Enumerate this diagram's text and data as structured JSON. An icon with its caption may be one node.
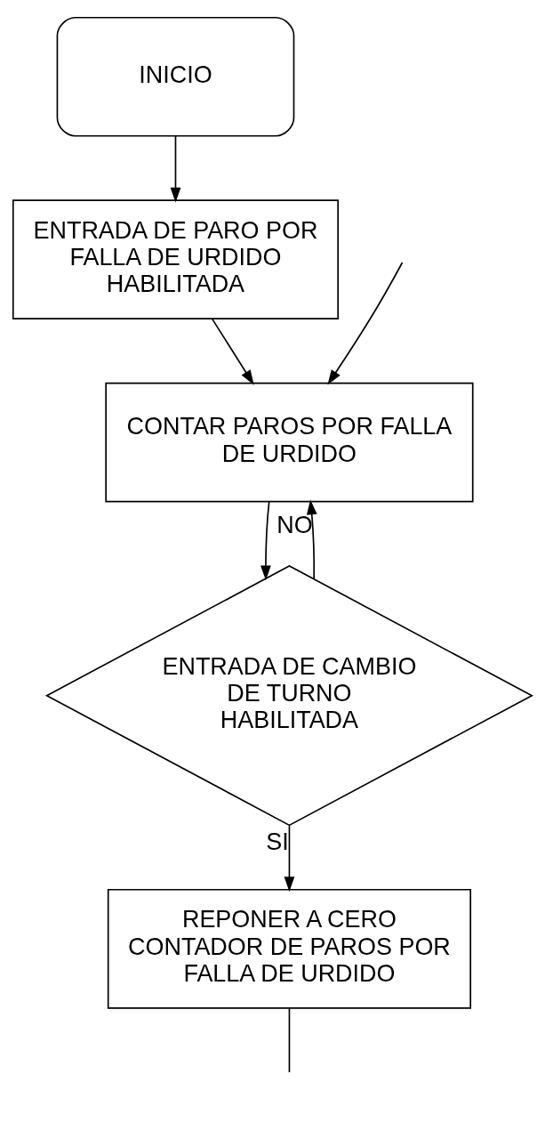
{
  "diagram": {
    "nodes": [
      {
        "text": [
          "INICIO"
        ]
      },
      {
        "text": [
          "ENTRADA DE PARO POR FALLA DE URDIDO HABILITADA"
        ]
      },
      {
        "text": [
          "CONTAR PAROS POR FALLA DE URDIDO"
        ]
      },
      {
        "text": [
          "ENTRADA DE CAMBIO DE TURNO HABILITADA"
        ]
      },
      {
        "text": [
          "REPONER A CERO CONTADOR DE PAROS POR FALLA DE URDIDO"
        ]
      }
    ],
    "edges": [
      {
        "from": 0,
        "to": 1,
        "arrow": "to"
      },
      {
        "from": 1,
        "to": 2,
        "arrow": "to"
      },
      {
        "from": 2,
        "to": 3,
        "arrow": "to"
      },
      {
        "from": 3,
        "to": 2,
        "arrow": "to",
        "label": "NO"
      },
      {
        "from": 3,
        "to": 4,
        "arrow": "to",
        "label": "SI"
      },
      {
        "from": null,
        "to": 2,
        "arrow": "to"
      },
      {
        "from": 4,
        "to": null,
        "arrow": "none"
      }
    ]
  }
}
